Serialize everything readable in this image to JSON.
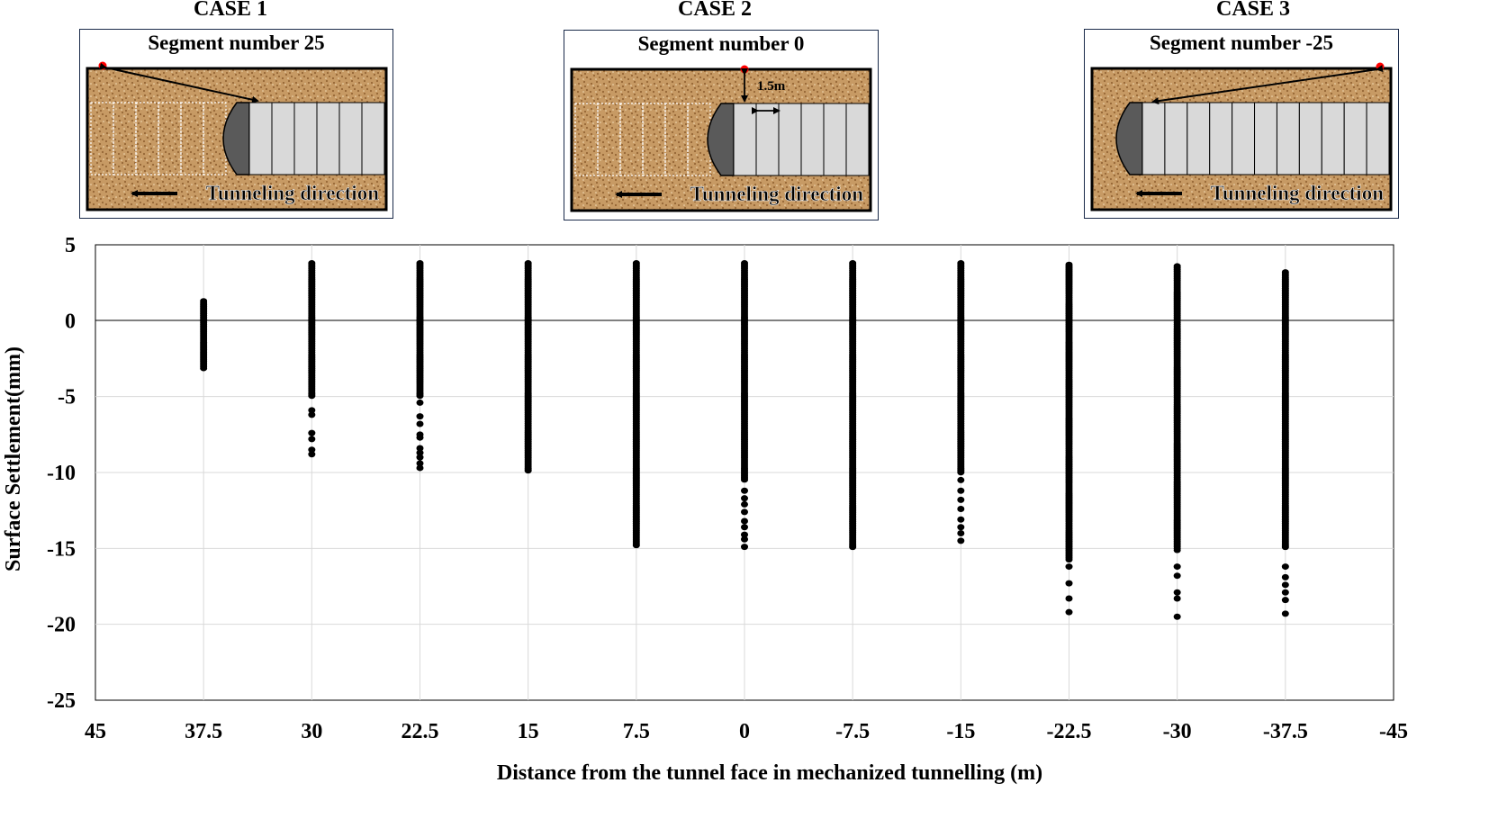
{
  "cases": [
    {
      "title": "CASE 1",
      "segment": "Segment number 25",
      "direction_label": "Tunneling direction"
    },
    {
      "title": "CASE 2",
      "segment": "Segment number 0",
      "direction_label": "Tunneling direction",
      "dimension_label": "1.5m"
    },
    {
      "title": "CASE 3",
      "segment": "Segment number -25",
      "direction_label": "Tunneling direction"
    }
  ],
  "colors": {
    "soil": "#c79a64",
    "soil_dark": "#8a5a2b",
    "segment": "#d9d9d9",
    "shield": "#5a5a5a",
    "marker": "#ff0000",
    "points": "#000000"
  },
  "chart_data": {
    "type": "scatter",
    "title": "",
    "xlabel": "Distance from the tunnel face in mechanized tunnelling (m)",
    "ylabel": "Surface Settlement(mm)",
    "xlim": [
      45,
      -45
    ],
    "ylim": [
      -25,
      5
    ],
    "x_ticks": [
      "45",
      "37.5",
      "30",
      "22.5",
      "15",
      "7.5",
      "0",
      "-7.5",
      "-15",
      "-22.5",
      "-30",
      "-37.5",
      "-45"
    ],
    "y_ticks": [
      "5",
      "0",
      "-5",
      "-10",
      "-15",
      "-20",
      "-25"
    ],
    "grid": true,
    "columns": [
      {
        "x": 37.5,
        "ymin": -3.2,
        "ymax": 1.3,
        "sparse": []
      },
      {
        "x": 30,
        "ymin": -5.0,
        "ymax": 3.8,
        "sparse": [
          -5.9,
          -6.2,
          -7.4,
          -7.8,
          -8.5,
          -8.8
        ]
      },
      {
        "x": 22.5,
        "ymin": -5.0,
        "ymax": 3.8,
        "sparse": [
          -5.4,
          -6.3,
          -6.8,
          -7.5,
          -7.7,
          -8.4,
          -8.7,
          -9.0,
          -9.4,
          -9.7
        ]
      },
      {
        "x": 15,
        "ymin": -9.9,
        "ymax": 3.8,
        "sparse": []
      },
      {
        "x": 7.5,
        "ymin": -14.9,
        "ymax": 3.8,
        "sparse": []
      },
      {
        "x": 0,
        "ymin": -10.5,
        "ymax": 3.8,
        "sparse": [
          -11.2,
          -11.7,
          -12.1,
          -12.6,
          -13.2,
          -13.6,
          -14.1,
          -14.4,
          -14.9
        ]
      },
      {
        "x": -7.5,
        "ymin": -15.0,
        "ymax": 3.8,
        "sparse": []
      },
      {
        "x": -15,
        "ymin": -10.0,
        "ymax": 3.8,
        "sparse": [
          -10.5,
          -11.2,
          -11.8,
          -12.4,
          -13.1,
          -13.6,
          -14.0,
          -14.5
        ]
      },
      {
        "x": -22.5,
        "ymin": -15.8,
        "ymax": 3.7,
        "sparse": [
          -16.2,
          -17.3,
          -18.3,
          -19.2
        ]
      },
      {
        "x": -30,
        "ymin": -15.2,
        "ymax": 3.6,
        "sparse": [
          -16.2,
          -16.8,
          -17.9,
          -18.3,
          -19.5
        ]
      },
      {
        "x": -37.5,
        "ymin": -15.0,
        "ymax": 3.2,
        "sparse": [
          -16.2,
          -16.9,
          -17.4,
          -17.9,
          -18.4,
          -19.3
        ]
      }
    ]
  }
}
